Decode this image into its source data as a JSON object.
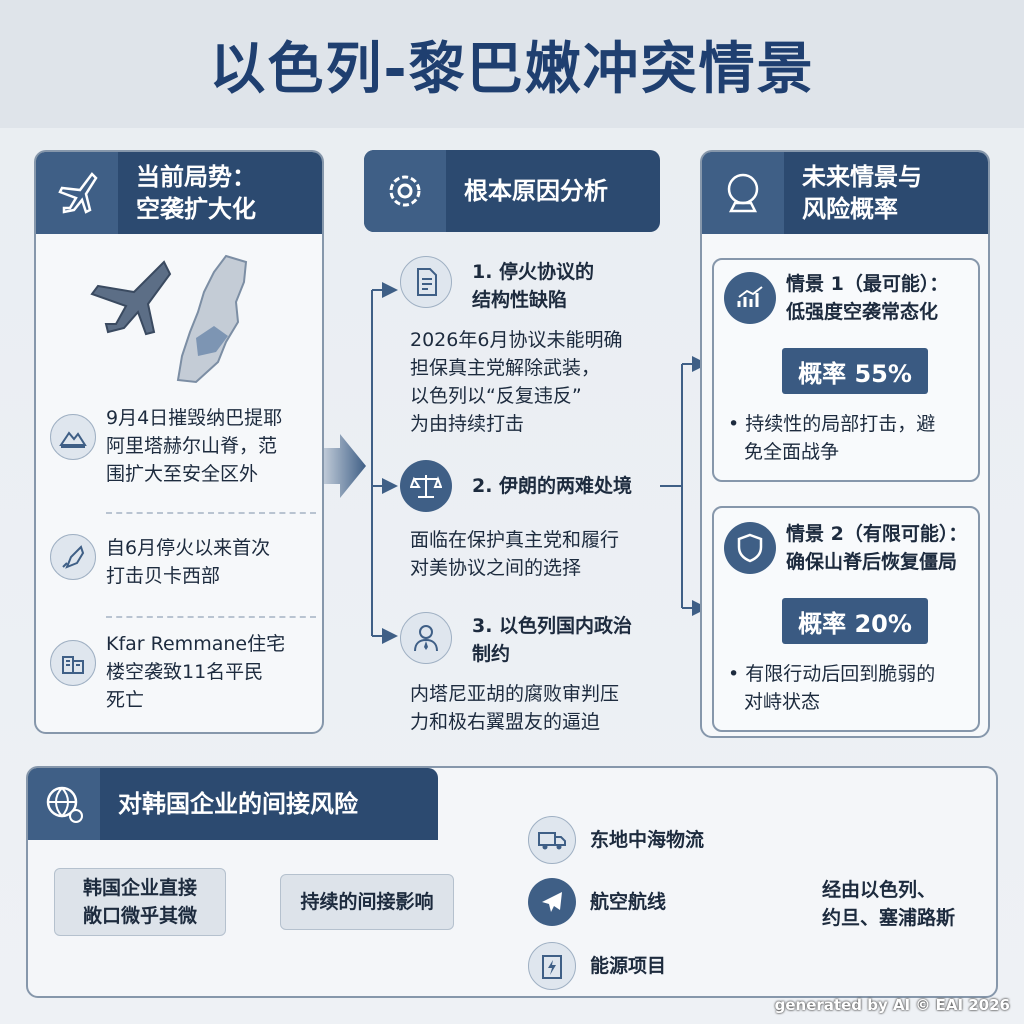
{
  "title": "以色列-黎巴嫩冲突情景",
  "left_panel": {
    "header": [
      "当前局势：",
      "空袭扩大化"
    ],
    "items": [
      {
        "icon": "mountain-icon",
        "lines": [
          "9月4日摧毁纳巴提耶",
          "阿里塔赫尔山脊，范",
          "围扩大至安全区外"
        ]
      },
      {
        "icon": "missile-icon",
        "lines": [
          "自6月停火以来首次",
          "打击贝卡西部"
        ]
      },
      {
        "icon": "building-icon",
        "lines": [
          "Kfar Remmane住宅",
          "楼空袭致11名平民",
          "死亡"
        ]
      }
    ]
  },
  "middle_panel": {
    "header": "根本原因分析",
    "causes": [
      {
        "icon": "document-icon",
        "title": [
          "1. 停火协议的",
          "结构性缺陷"
        ],
        "body": [
          "2026年6月协议未能明确",
          "担保真主党解除武装，",
          "以色列以“反复违反”",
          "为由持续打击"
        ]
      },
      {
        "icon": "scales-icon",
        "title": [
          "2. 伊朗的两难处境"
        ],
        "body": [
          "面临在保护真主党和履行",
          "对美协议之间的选择"
        ]
      },
      {
        "icon": "politician-icon",
        "title": [
          "3. 以色列国内政治",
          "制约"
        ],
        "body": [
          "内塔尼亚胡的腐败审判压",
          "力和极右翼盟友的逼迫"
        ]
      }
    ]
  },
  "right_panel": {
    "header": [
      "未来情景与",
      "风险概率"
    ],
    "scenarios": [
      {
        "icon": "chart-icon",
        "title": [
          "情景 1（最可能）：",
          "低强度空袭常态化"
        ],
        "probability_label": "概率 55%",
        "probability": 55,
        "bullet": [
          "持续性的局部打击，避",
          "免全面战争"
        ]
      },
      {
        "icon": "shield-icon",
        "title": [
          "情景 2（有限可能）：",
          "确保山脊后恢复僵局"
        ],
        "probability_label": "概率 20%",
        "probability": 20,
        "bullet": [
          "有限行动后回到脆弱的",
          "对峙状态"
        ]
      }
    ]
  },
  "bottom_panel": {
    "header": "对韩国企业的间接风险",
    "exposure": [
      "韩国企业直接",
      "敞口微乎其微"
    ],
    "impact": "持续的间接影响",
    "channels": [
      {
        "icon": "truck-icon",
        "label": "东地中海物流"
      },
      {
        "icon": "airplane-icon",
        "label": "航空航线"
      },
      {
        "icon": "energy-icon",
        "label": "能源项目"
      }
    ],
    "route": [
      "经由以色列、",
      "约旦、塞浦路斯"
    ]
  },
  "watermark": "generated by AI © EAI 2026",
  "colors": {
    "navy": "#2c4a70",
    "accent": "#3f5f86",
    "title": "#1f3f70"
  }
}
